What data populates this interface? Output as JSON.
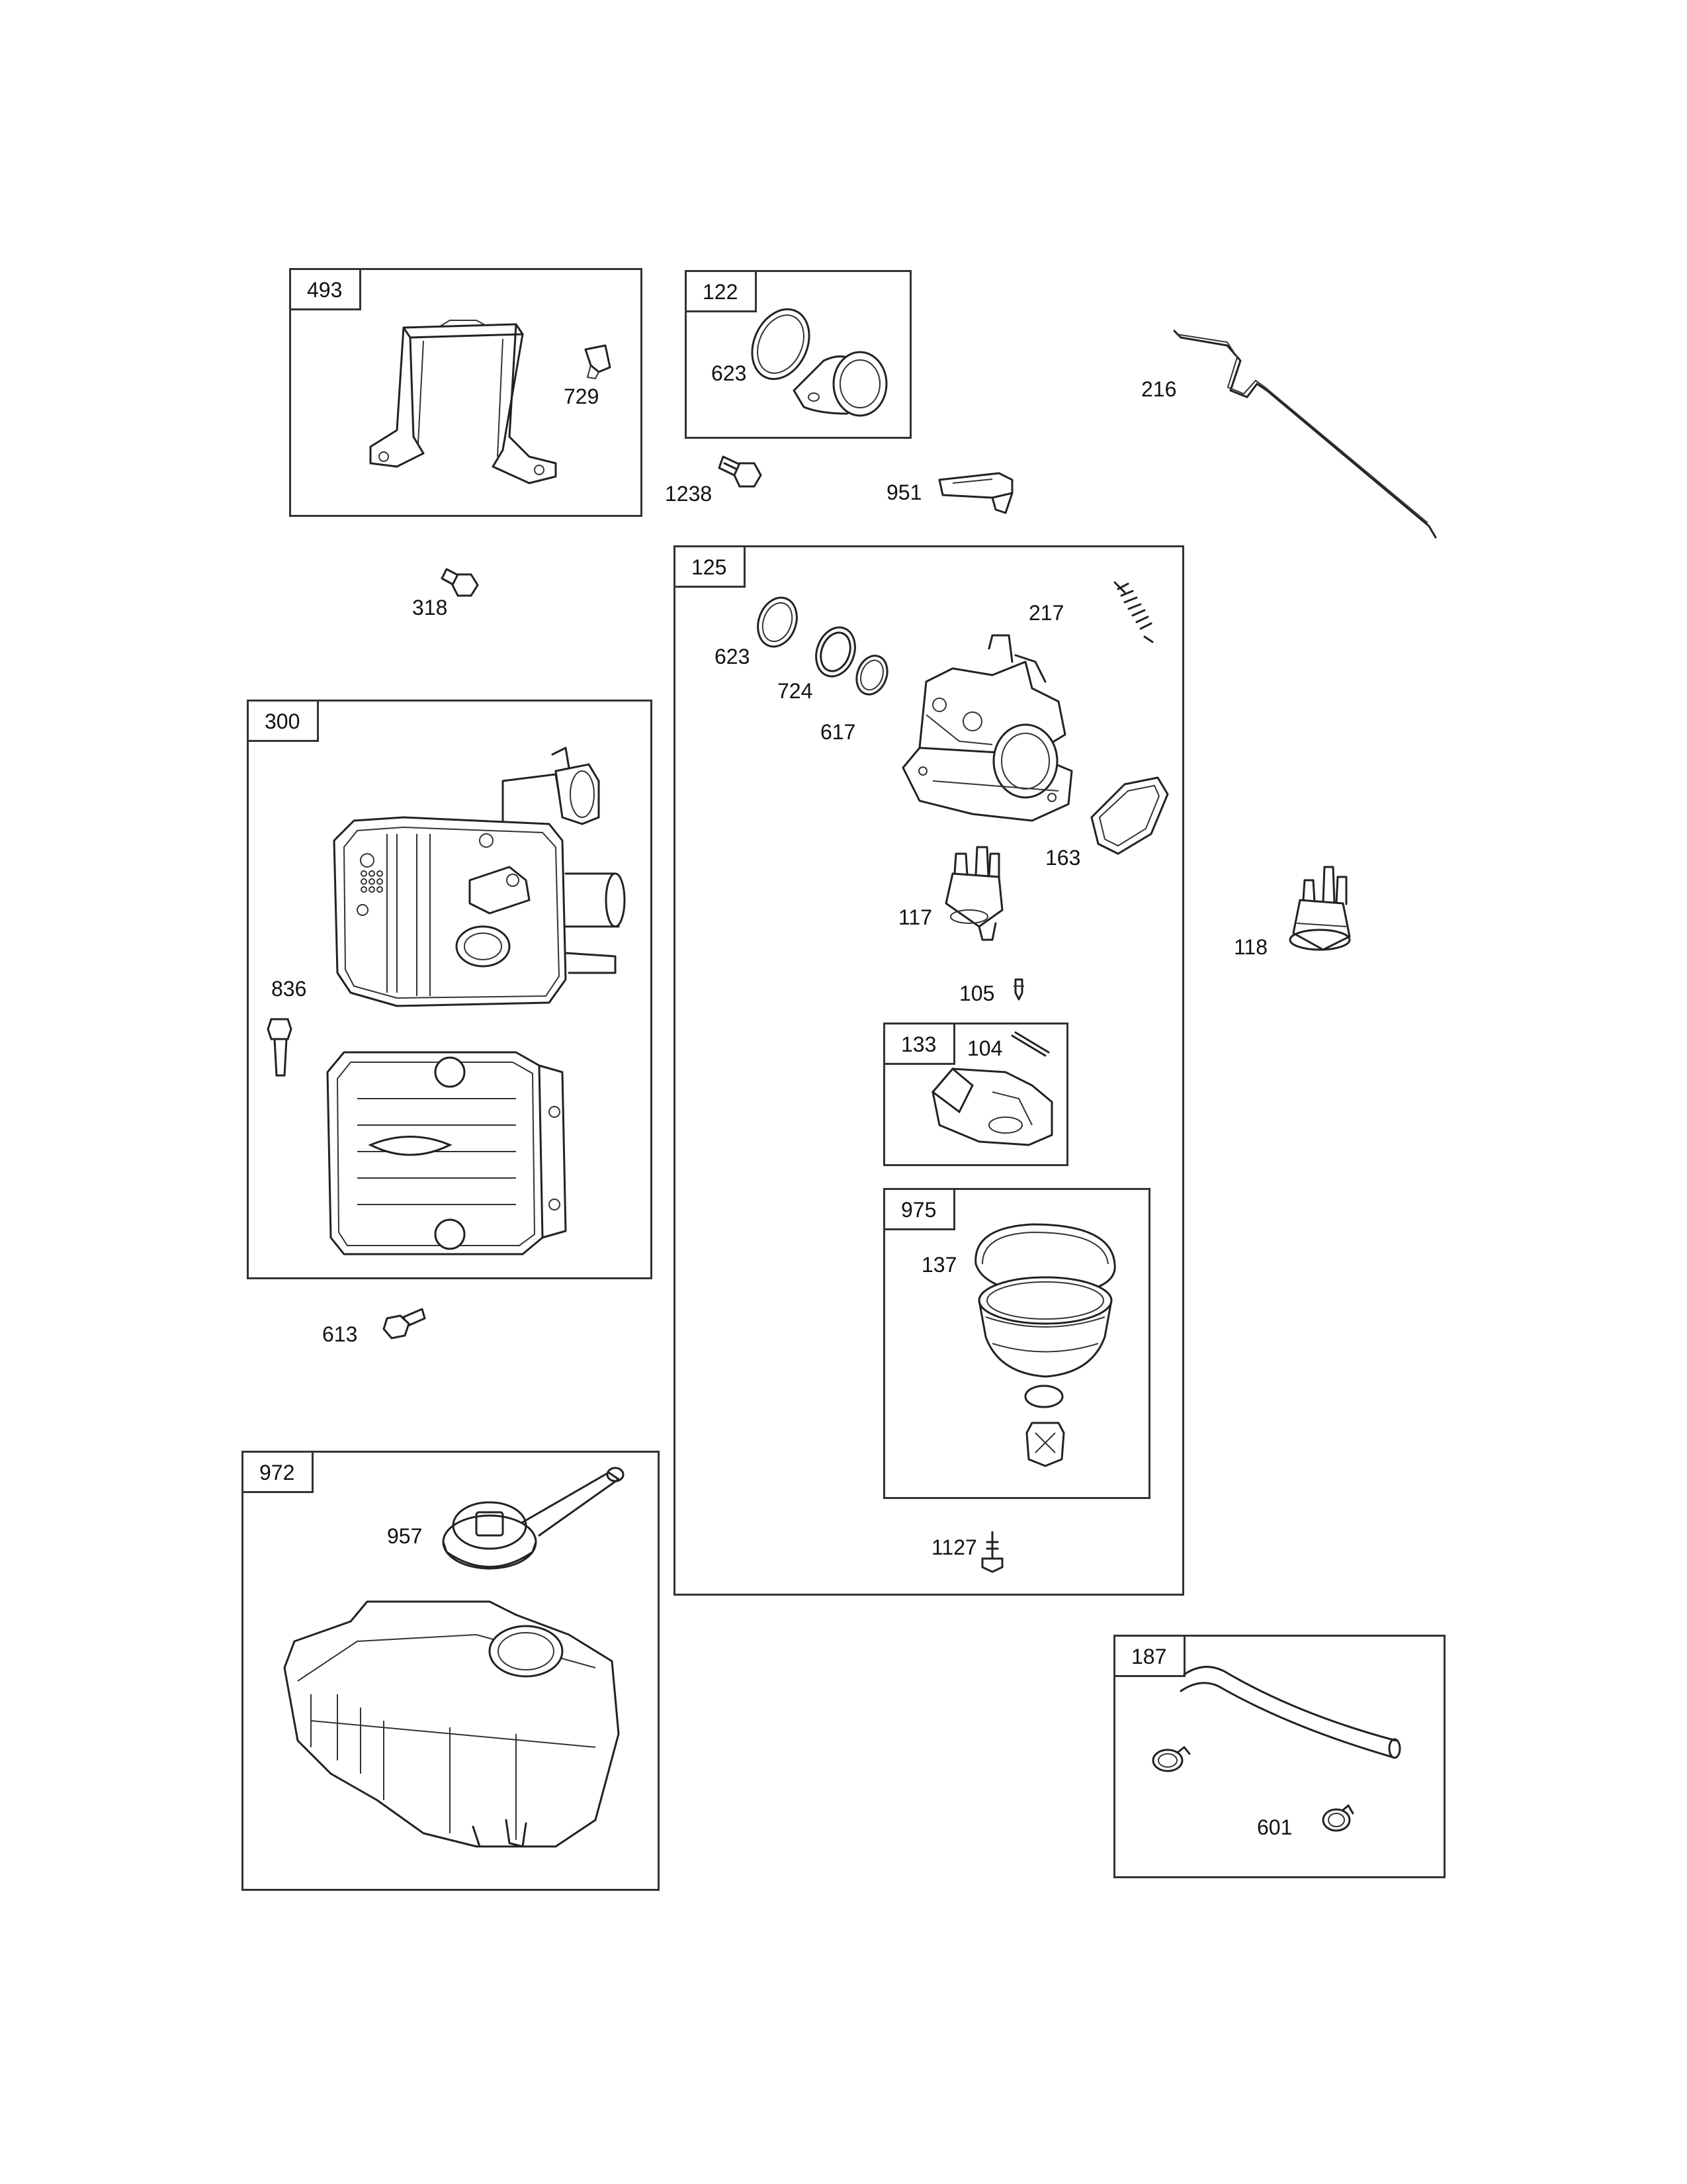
{
  "groups": [
    {
      "id": "493",
      "label": "493"
    },
    {
      "id": "122",
      "label": "122"
    },
    {
      "id": "125",
      "label": "125"
    },
    {
      "id": "133",
      "label": "133"
    },
    {
      "id": "975",
      "label": "975"
    },
    {
      "id": "300",
      "label": "300"
    },
    {
      "id": "972",
      "label": "972"
    },
    {
      "id": "187",
      "label": "187"
    }
  ],
  "parts": {
    "p729": "729",
    "p623a": "623",
    "p1238": "1238",
    "p951": "951",
    "p216": "216",
    "p318": "318",
    "p623b": "623",
    "p724": "724",
    "p617": "617",
    "p217": "217",
    "p163": "163",
    "p117": "117",
    "p118": "118",
    "p105": "105",
    "p104": "104",
    "p137": "137",
    "p1127": "1127",
    "p836": "836",
    "p613": "613",
    "p957": "957",
    "p601": "601"
  }
}
